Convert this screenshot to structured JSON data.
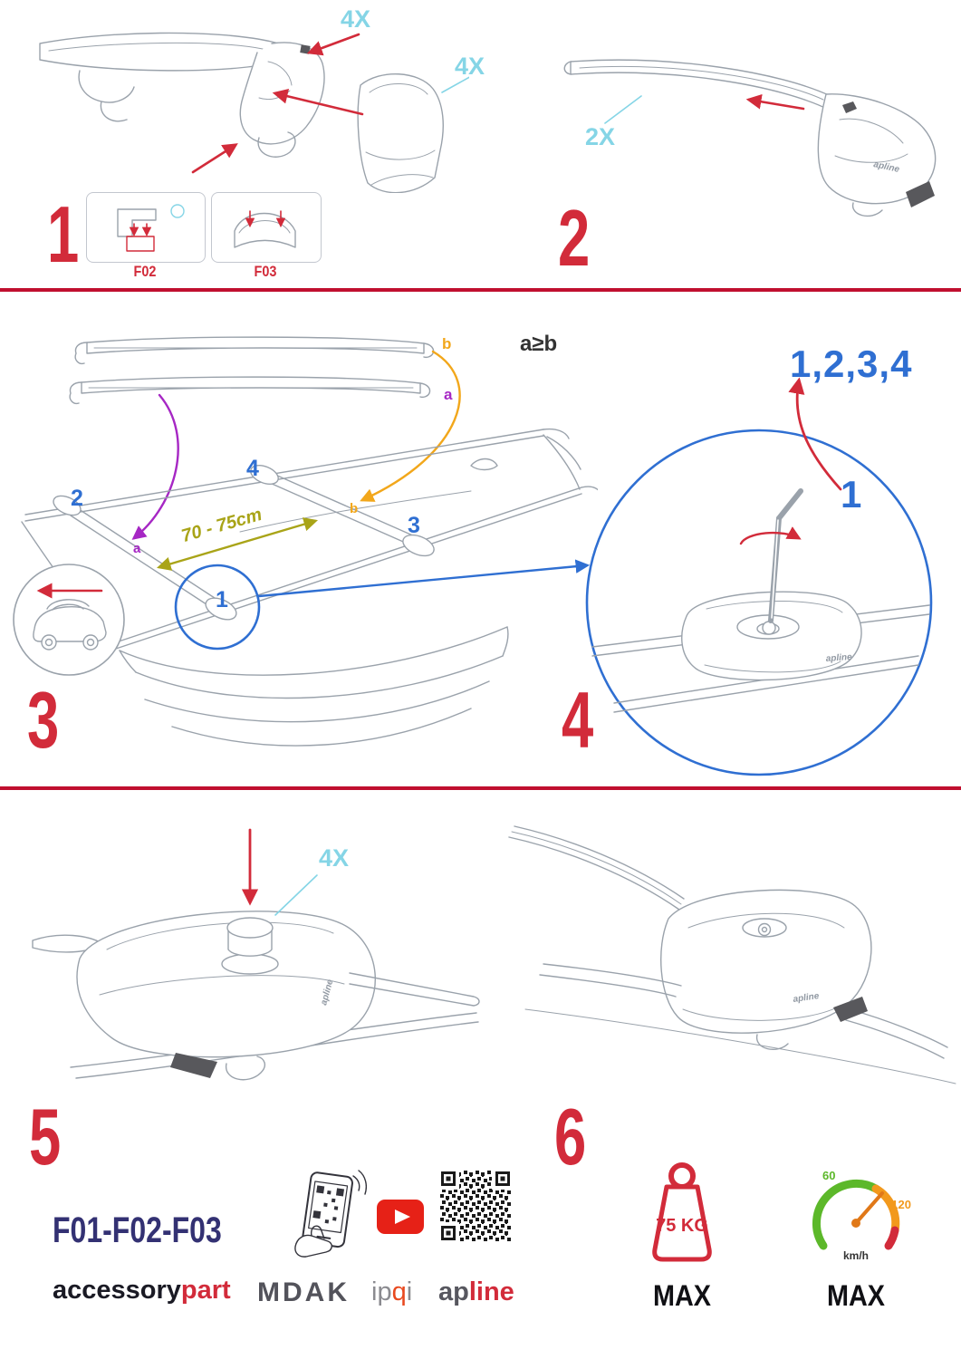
{
  "colors": {
    "red": "#d22b3a",
    "divider": "#c00f2f",
    "cyan": "#85d5e6",
    "blue": "#2f6fd2",
    "purple": "#a627c4",
    "orange": "#f2a71b",
    "olive": "#a9a418",
    "navy": "#333173",
    "lineart": "#9aa2ab",
    "brandq": "#e8491f",
    "green": "#5cb82a",
    "gaugeorange": "#f2991c"
  },
  "icons": {
    "youtube": "play-button",
    "qr": "qr-code",
    "phone_scan": "phone-scanning-qr",
    "weight": "max-load-weight",
    "speedometer": "max-speed-gauge",
    "car_direction": "car-facing-left-with-arrow"
  },
  "steps": {
    "s1": {
      "number": "1",
      "qty_a": "4X",
      "qty_b": "4X",
      "box1": "F02",
      "box2": "F03"
    },
    "s2": {
      "number": "2",
      "qty": "2X"
    },
    "s3": {
      "number": "3",
      "bar_b": "b",
      "bar_a": "a",
      "cmp_a": "a",
      "cmp_op": "≥",
      "cmp_b": "b",
      "pos_1": "1",
      "pos_2": "2",
      "pos_3": "3",
      "pos_4": "4",
      "roof_a": "a",
      "roof_b": "b",
      "distance": "70 - 75cm"
    },
    "s4": {
      "number": "4",
      "sequence": "1,2,3,4",
      "start": "1"
    },
    "s5": {
      "number": "5",
      "qty": "4X"
    },
    "s6": {
      "number": "6"
    }
  },
  "drawings": {
    "foot_logo": "apline"
  },
  "footer": {
    "codes": "F01-F02-F03",
    "brand_accessory": "accessory",
    "brand_part": "part",
    "brand_mdak": "MDAK",
    "brand_ip": "ip",
    "brand_q": "q",
    "brand_i": "i",
    "brand_ap": "ap",
    "brand_line": "line",
    "weight_value": "75 KG",
    "weight_max": "MAX",
    "speed_min": "60",
    "speed_max": "120",
    "speed_unit": "km/h",
    "speed_max_label": "MAX"
  }
}
